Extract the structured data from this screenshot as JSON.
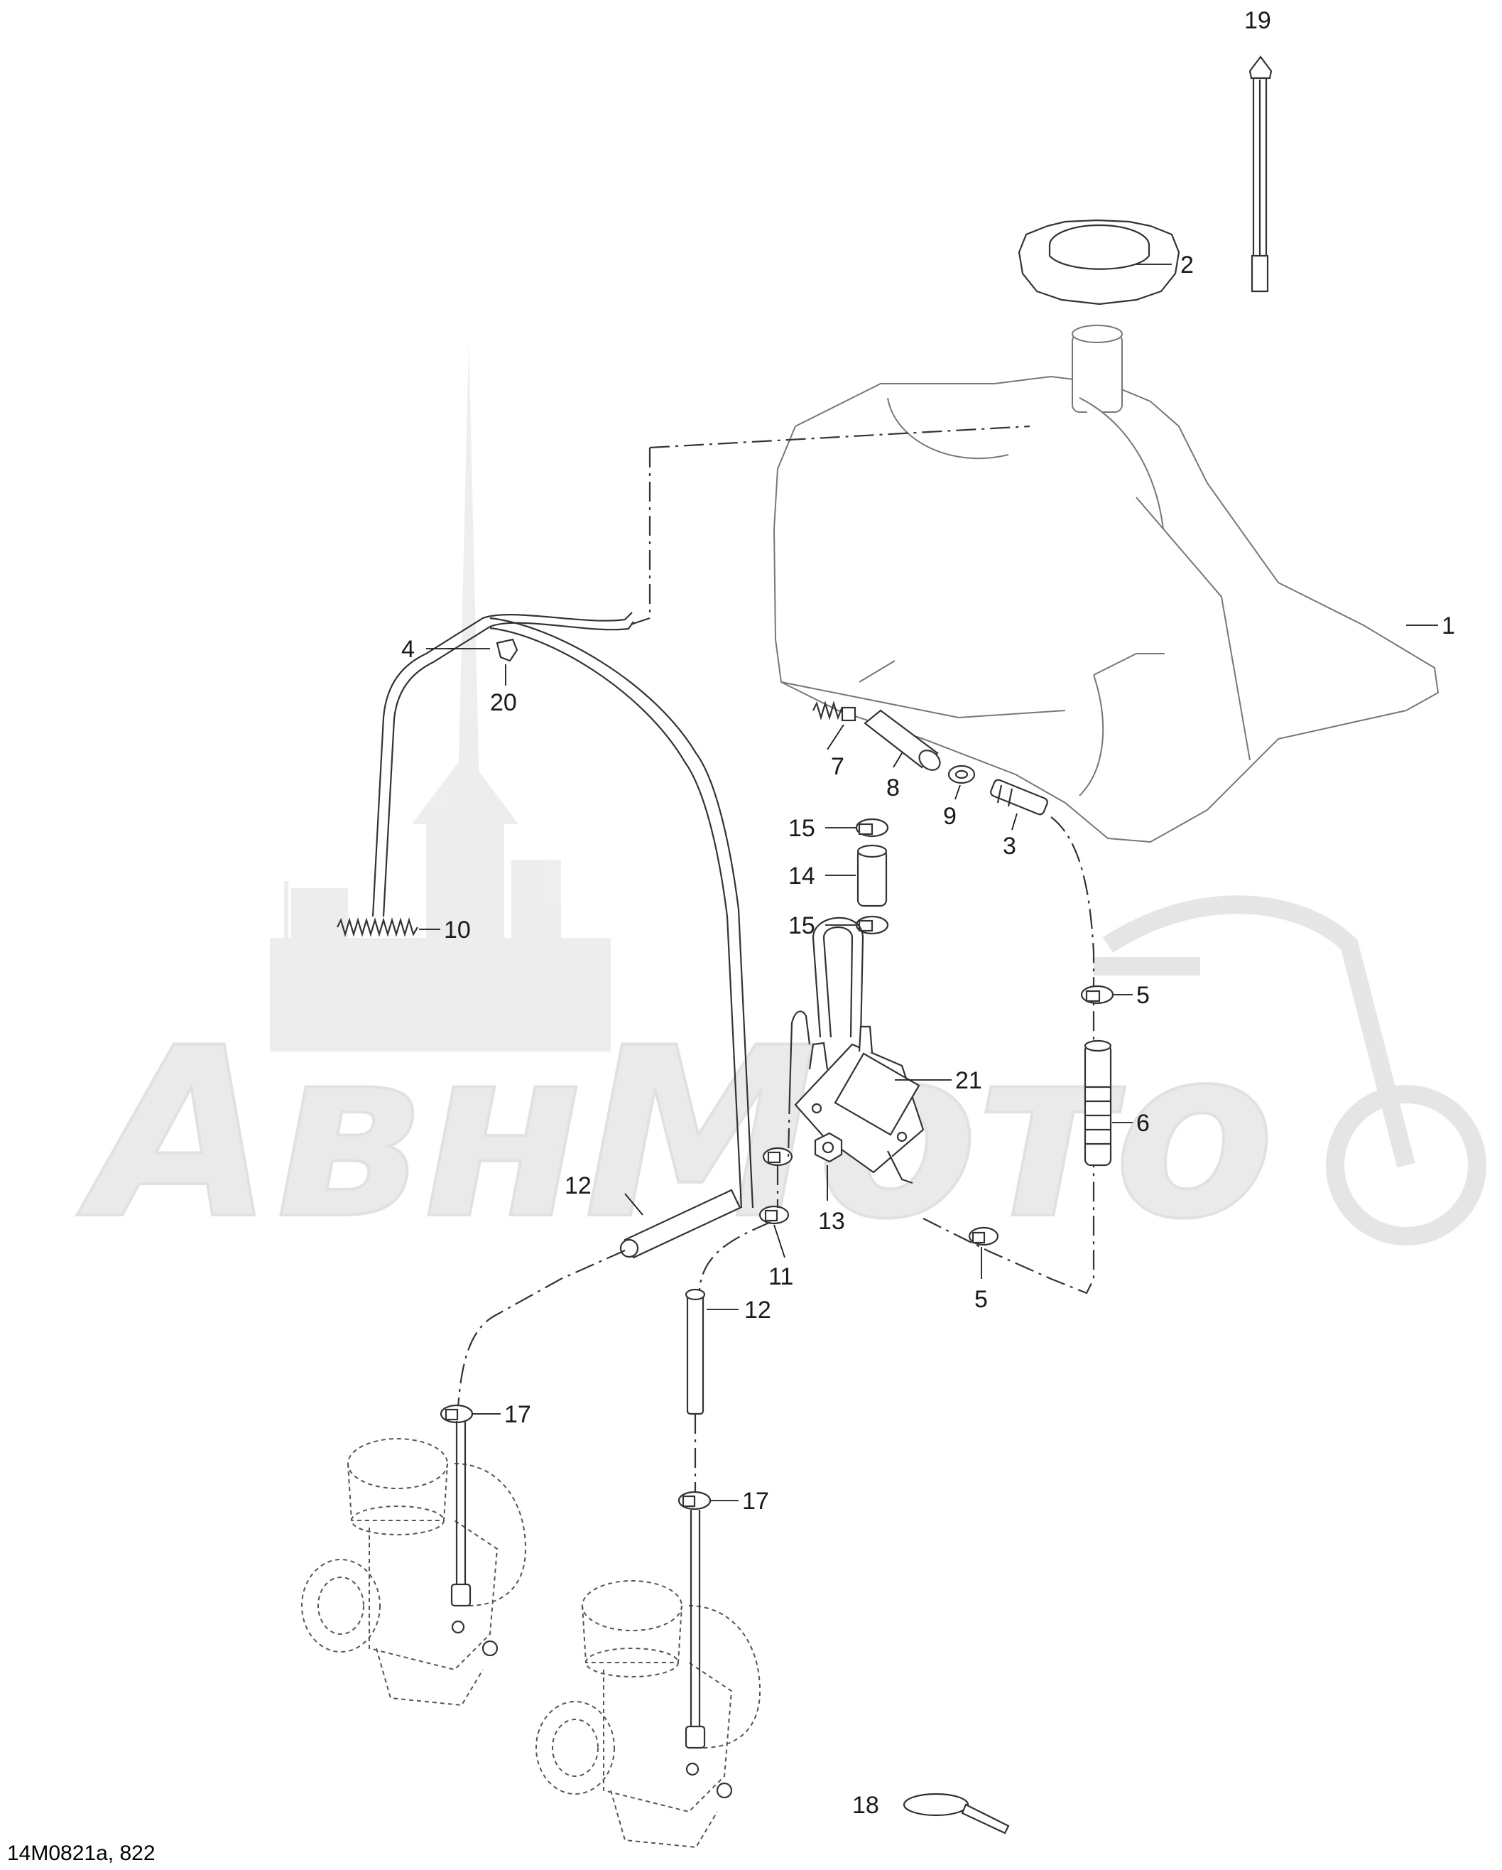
{
  "document_code": "14M0821a, 822",
  "watermark": {
    "text": "АвнМото",
    "logo": "motorcycle-silhouette"
  },
  "colors": {
    "line": "#333333",
    "watermark": "#e8e8e8"
  },
  "callouts": [
    {
      "id": "19",
      "label": "19"
    },
    {
      "id": "2",
      "label": "2"
    },
    {
      "id": "1",
      "label": "1"
    },
    {
      "id": "4",
      "label": "4"
    },
    {
      "id": "20",
      "label": "20"
    },
    {
      "id": "7",
      "label": "7"
    },
    {
      "id": "8",
      "label": "8"
    },
    {
      "id": "9",
      "label": "9"
    },
    {
      "id": "3",
      "label": "3"
    },
    {
      "id": "15a",
      "label": "15"
    },
    {
      "id": "14",
      "label": "14"
    },
    {
      "id": "15b",
      "label": "15"
    },
    {
      "id": "10",
      "label": "10"
    },
    {
      "id": "5a",
      "label": "5"
    },
    {
      "id": "21",
      "label": "21"
    },
    {
      "id": "6",
      "label": "6"
    },
    {
      "id": "12a",
      "label": "12"
    },
    {
      "id": "13",
      "label": "13"
    },
    {
      "id": "11",
      "label": "11"
    },
    {
      "id": "5b",
      "label": "5"
    },
    {
      "id": "12b",
      "label": "12"
    },
    {
      "id": "17a",
      "label": "17"
    },
    {
      "id": "17b",
      "label": "17"
    },
    {
      "id": "18",
      "label": "18"
    }
  ]
}
